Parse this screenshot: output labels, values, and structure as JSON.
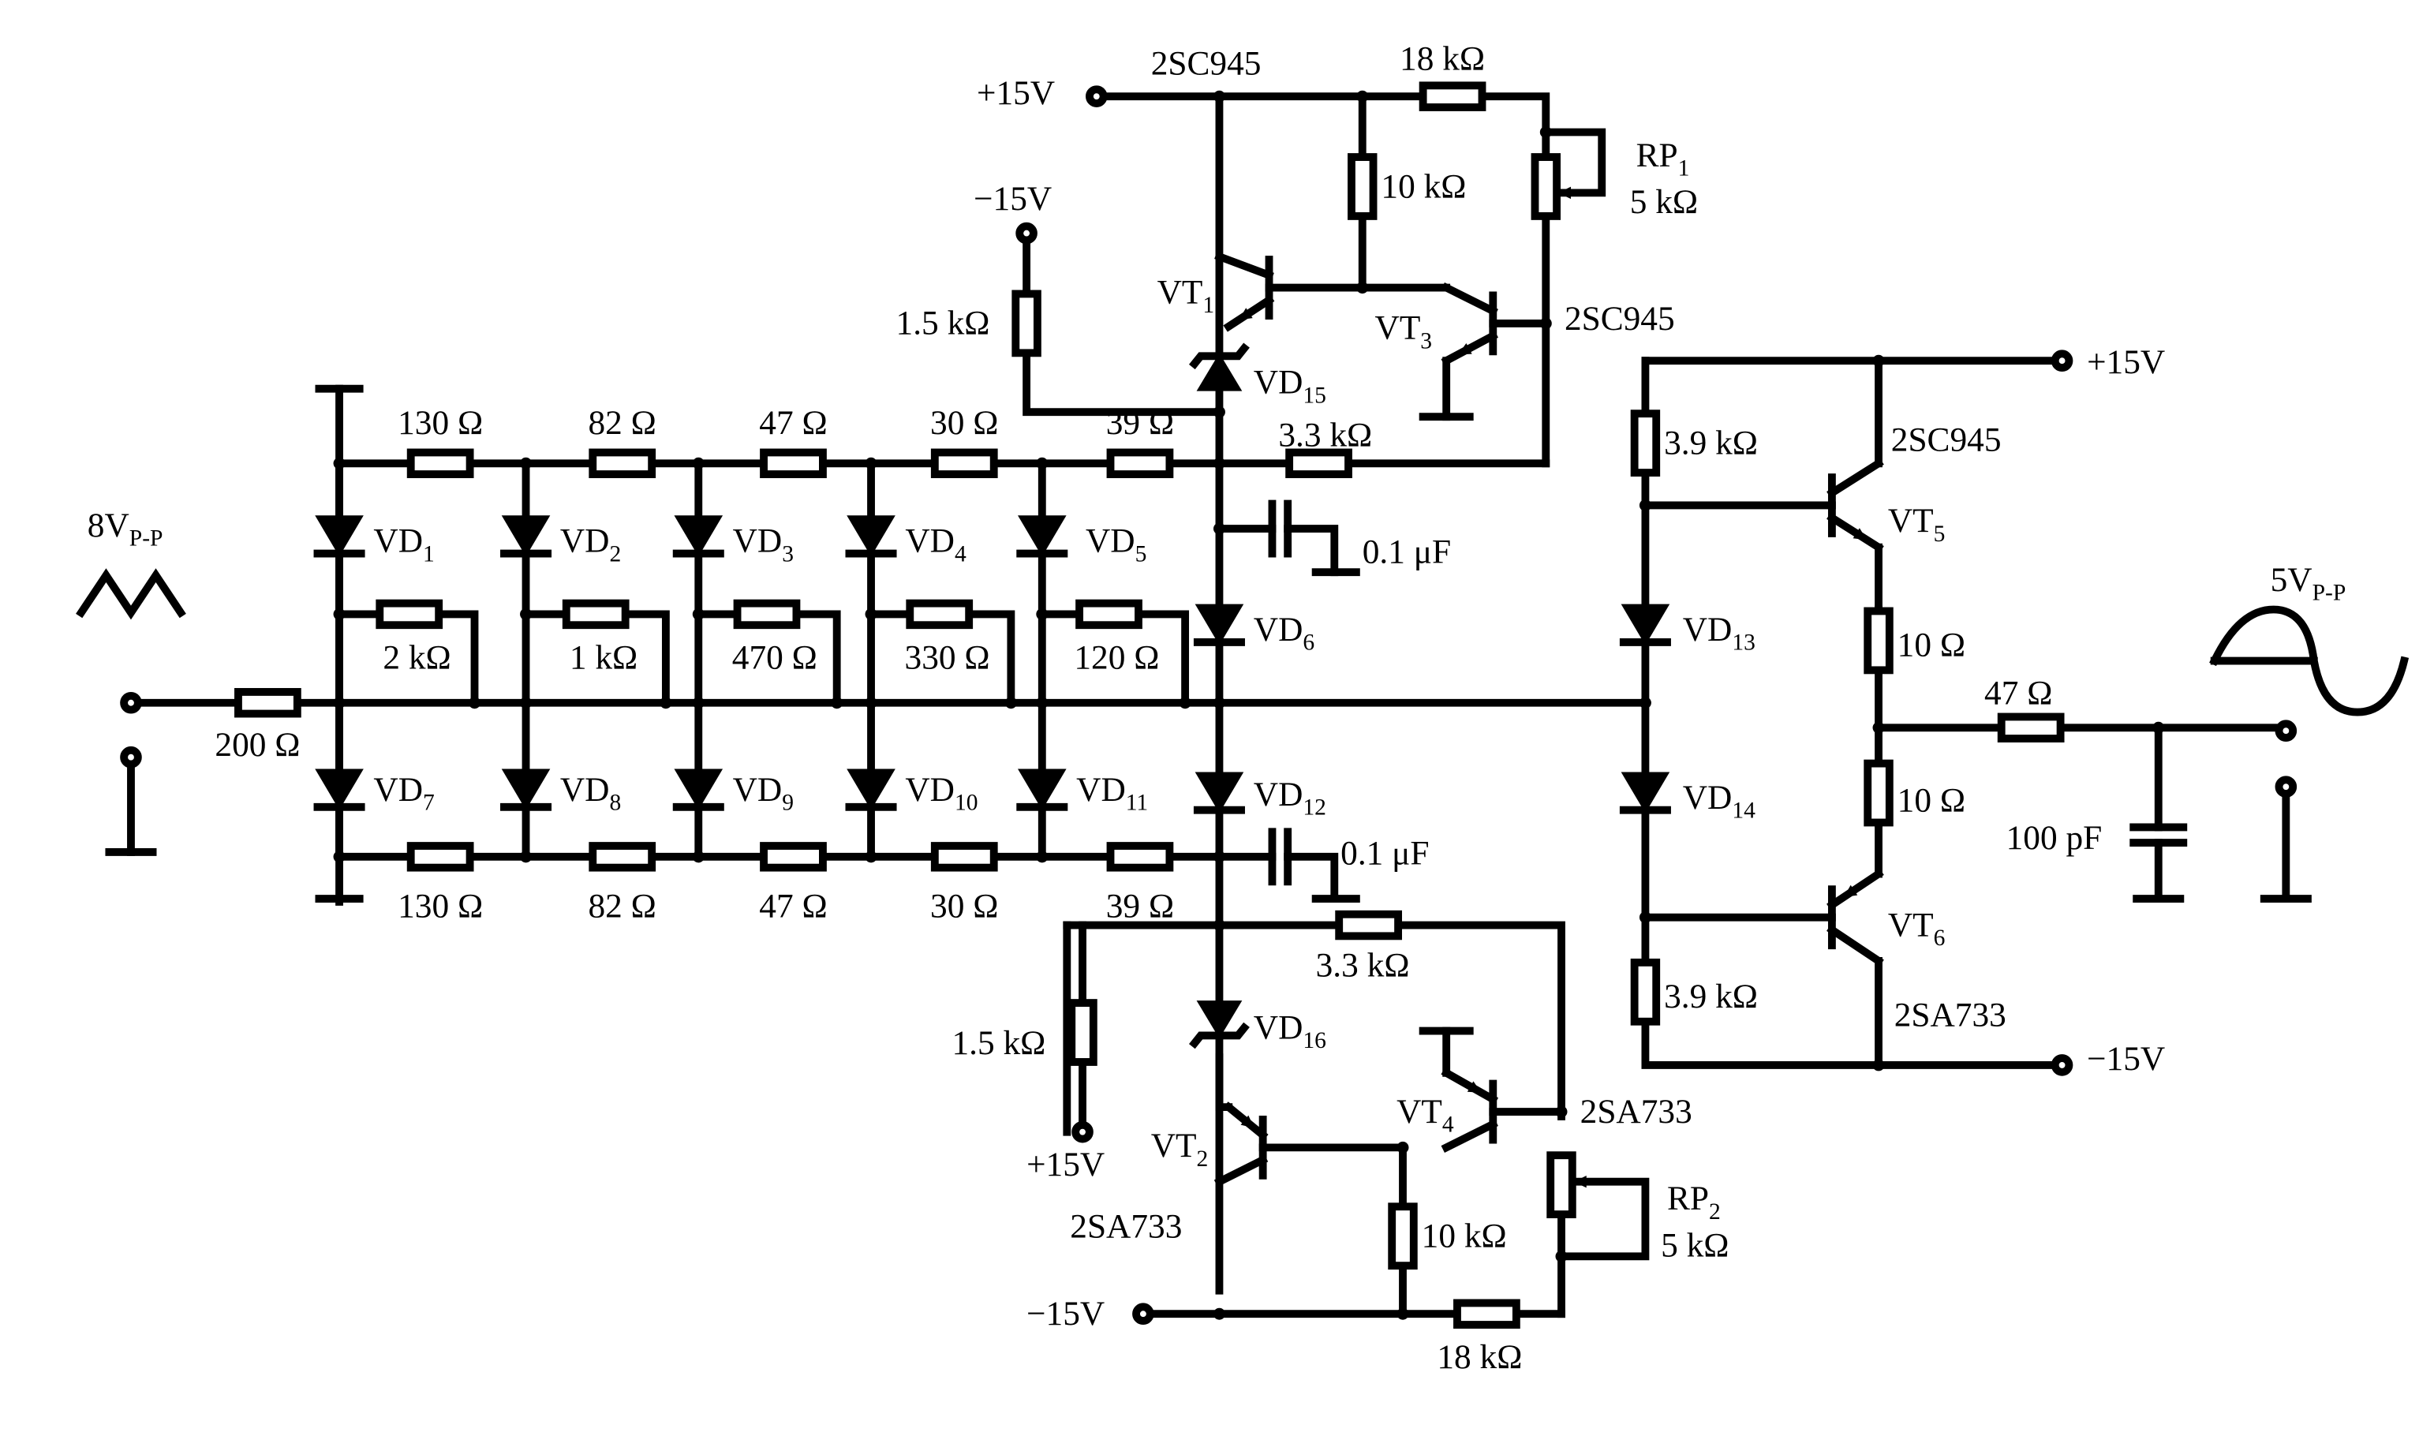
{
  "supply": {
    "pos": "+15V",
    "neg": "−15V"
  },
  "input": {
    "amp": "8V",
    "amp_sub": "P-P"
  },
  "output": {
    "amp": "5V",
    "amp_sub": "P-P"
  },
  "resistors": {
    "rin": "200 Ω",
    "upper_chain": [
      "130 Ω",
      "82 Ω",
      "47 Ω",
      "30 Ω",
      "39 Ω"
    ],
    "lower_chain": [
      "130 Ω",
      "82 Ω",
      "47 Ω",
      "30 Ω",
      "39 Ω"
    ],
    "mid_chain": [
      "2 kΩ",
      "1 kΩ",
      "470 Ω",
      "330 Ω",
      "120 Ω"
    ],
    "r_upper_feed": "3.3 kΩ",
    "r_lower_feed": "3.3 kΩ",
    "r_upper_bias": "1.5 kΩ",
    "r_lower_bias": "1.5 kΩ",
    "r_top_18k": "18 kΩ",
    "r_top_10k": "10 kΩ",
    "r_bot_18k": "18 kΩ",
    "r_bot_10k": "10 kΩ",
    "rp1": "RP",
    "rp1_sub": "1",
    "rp1_val": "5 kΩ",
    "rp2": "RP",
    "rp2_sub": "2",
    "rp2_val": "5 kΩ",
    "out_r1": "3.9 kΩ",
    "out_r2": "3.9 kΩ",
    "out_re1": "10 Ω",
    "out_re2": "10 Ω",
    "out_ser": "47 Ω"
  },
  "capacitors": {
    "c1": "0.1 μF",
    "c2": "0.1 μF",
    "cout": "100 pF"
  },
  "diodes": {
    "upper": [
      [
        "VD",
        "1"
      ],
      [
        "VD",
        "2"
      ],
      [
        "VD",
        "3"
      ],
      [
        "VD",
        "4"
      ],
      [
        "VD",
        "5"
      ]
    ],
    "lower": [
      [
        "VD",
        "7"
      ],
      [
        "VD",
        "8"
      ],
      [
        "VD",
        "9"
      ],
      [
        "VD",
        "10"
      ],
      [
        "VD",
        "11"
      ]
    ],
    "vd6": [
      "VD",
      "6"
    ],
    "vd12": [
      "VD",
      "12"
    ],
    "vd13": [
      "VD",
      "13"
    ],
    "vd14": [
      "VD",
      "14"
    ],
    "vd15": [
      "VD",
      "15"
    ],
    "vd16": [
      "VD",
      "16"
    ]
  },
  "transistors": {
    "vt1": [
      "VT",
      "1"
    ],
    "vt1_type": "2SC945",
    "vt2": [
      "VT",
      "2"
    ],
    "vt2_type": "2SA733",
    "vt3": [
      "VT",
      "3"
    ],
    "vt3_type": "2SC945",
    "vt4": [
      "VT",
      "4"
    ],
    "vt4_type": "2SA733",
    "vt5": [
      "VT",
      "5"
    ],
    "vt5_type": "2SC945",
    "vt6": [
      "VT",
      "6"
    ],
    "vt6_type": "2SA733"
  }
}
